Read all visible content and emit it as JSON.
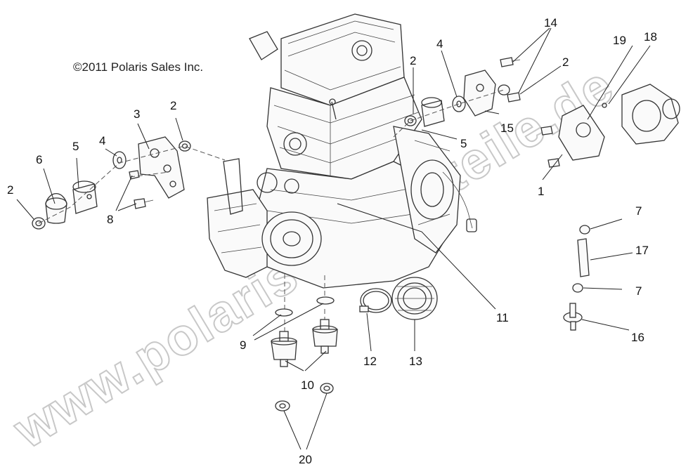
{
  "copyright": "©2011 Polaris Sales Inc.",
  "watermark": "www.polaris-ersatzteile.de",
  "callouts": {
    "c1": "1",
    "c2a": "2",
    "c2b": "2",
    "c2c": "2",
    "c2d": "2",
    "c3": "3",
    "c4a": "4",
    "c4b": "4",
    "c5a": "5",
    "c5b": "5",
    "c6": "6",
    "c7a": "7",
    "c7b": "7",
    "c8": "8",
    "c9": "9",
    "c10": "10",
    "c11": "11",
    "c12": "12",
    "c13": "13",
    "c14": "14",
    "c15": "15",
    "c16": "16",
    "c17": "17",
    "c18": "18",
    "c19": "19",
    "c20": "20"
  }
}
